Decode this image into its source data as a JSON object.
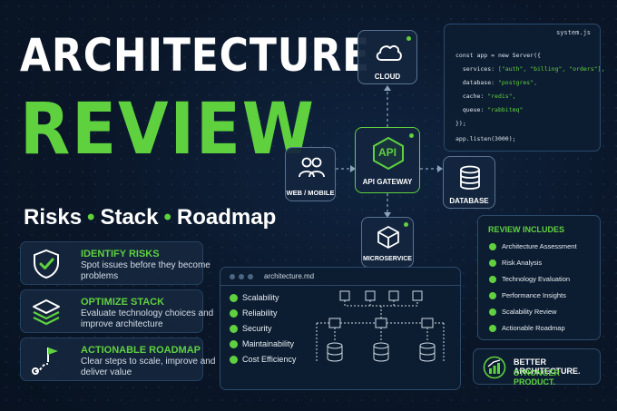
{
  "title": {
    "line1": "ARCHITECTURE",
    "line2": "REVIEW",
    "tagline": [
      "Risks",
      "Stack",
      "Roadmap"
    ],
    "tagline_separator": "•"
  },
  "features": [
    {
      "title": "IDENTIFY RISKS",
      "desc": "Spot issues before they become problems",
      "icon": "shield-check-icon"
    },
    {
      "title": "OPTIMIZE STACK",
      "desc": "Evaluate technology choices and improve architecture",
      "icon": "layers-icon"
    },
    {
      "title": "ACTIONABLE ROADMAP",
      "desc": "Clear steps to scale, improve and deliver value",
      "icon": "flag-route-icon"
    }
  ],
  "diagram": {
    "cloud": "CLOUD",
    "api_badge": "API",
    "api_gateway": "API GATEWAY",
    "web_mobile": "WEB / MOBILE",
    "database": "DATABASE",
    "microservice": "MICROSERVICE"
  },
  "code": {
    "filename": "system.js",
    "lines": [
      {
        "pre": "const app = new Server({",
        "str": ""
      },
      {
        "pre": "  services: ",
        "str": "[\"auth\", \"billing\", \"orders\"],"
      },
      {
        "pre": "  database: ",
        "str": "\"postgres\","
      },
      {
        "pre": "  cache: ",
        "str": "\"redis\","
      },
      {
        "pre": "  queue: ",
        "str": "\"rabbitmq\""
      },
      {
        "pre": "});",
        "str": ""
      },
      {
        "pre": "",
        "str": ""
      },
      {
        "pre": "app.listen(3000);",
        "str": ""
      }
    ]
  },
  "markdown": {
    "filename": "architecture.md",
    "items": [
      "Scalability",
      "Reliability",
      "Security",
      "Maintainability",
      "Cost Efficiency"
    ]
  },
  "review": {
    "heading": "REVIEW INCLUDES",
    "items": [
      "Architecture Assessment",
      "Risk Analysis",
      "Technology Evaluation",
      "Performance Insights",
      "Scalability Review",
      "Actionable Roadmap"
    ]
  },
  "cta": {
    "line1": "BETTER ARCHITECTURE.",
    "line2": "STRONGER PRODUCT."
  },
  "colors": {
    "accent": "#5fd13f",
    "background": "#0a1628",
    "panel": "#14263e",
    "border": "#2b4a6b"
  }
}
